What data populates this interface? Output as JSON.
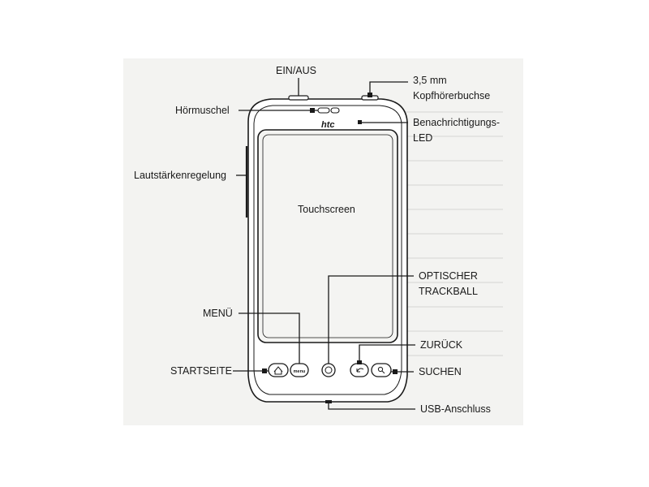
{
  "diagram": {
    "brand_logo_text": "htc",
    "labels": {
      "power": "EIN/AUS",
      "headphone_line1": "3,5 mm",
      "headphone_line2": "Kopfhörerbuchse",
      "earpiece": "Hörmuschel",
      "led_line1": "Benachrichtigungs-",
      "led_line2": "LED",
      "volume": "Lautstärkenregelung",
      "touchscreen": "Touchscreen",
      "trackball_line1": "OPTISCHER",
      "trackball_line2": "TRACKBALL",
      "menu": "MENÜ",
      "back": "ZURÜCK",
      "home": "STARTSEITE",
      "search": "SUCHEN",
      "usb": "USB-Anschluss"
    },
    "button_texts": {
      "menu_key": "menu"
    }
  },
  "colors": {
    "ink": "#1a1a1a",
    "paper": "#f3f3f1",
    "phone_fill": "#ffffff",
    "screen_fill": "#f4f4f2"
  }
}
